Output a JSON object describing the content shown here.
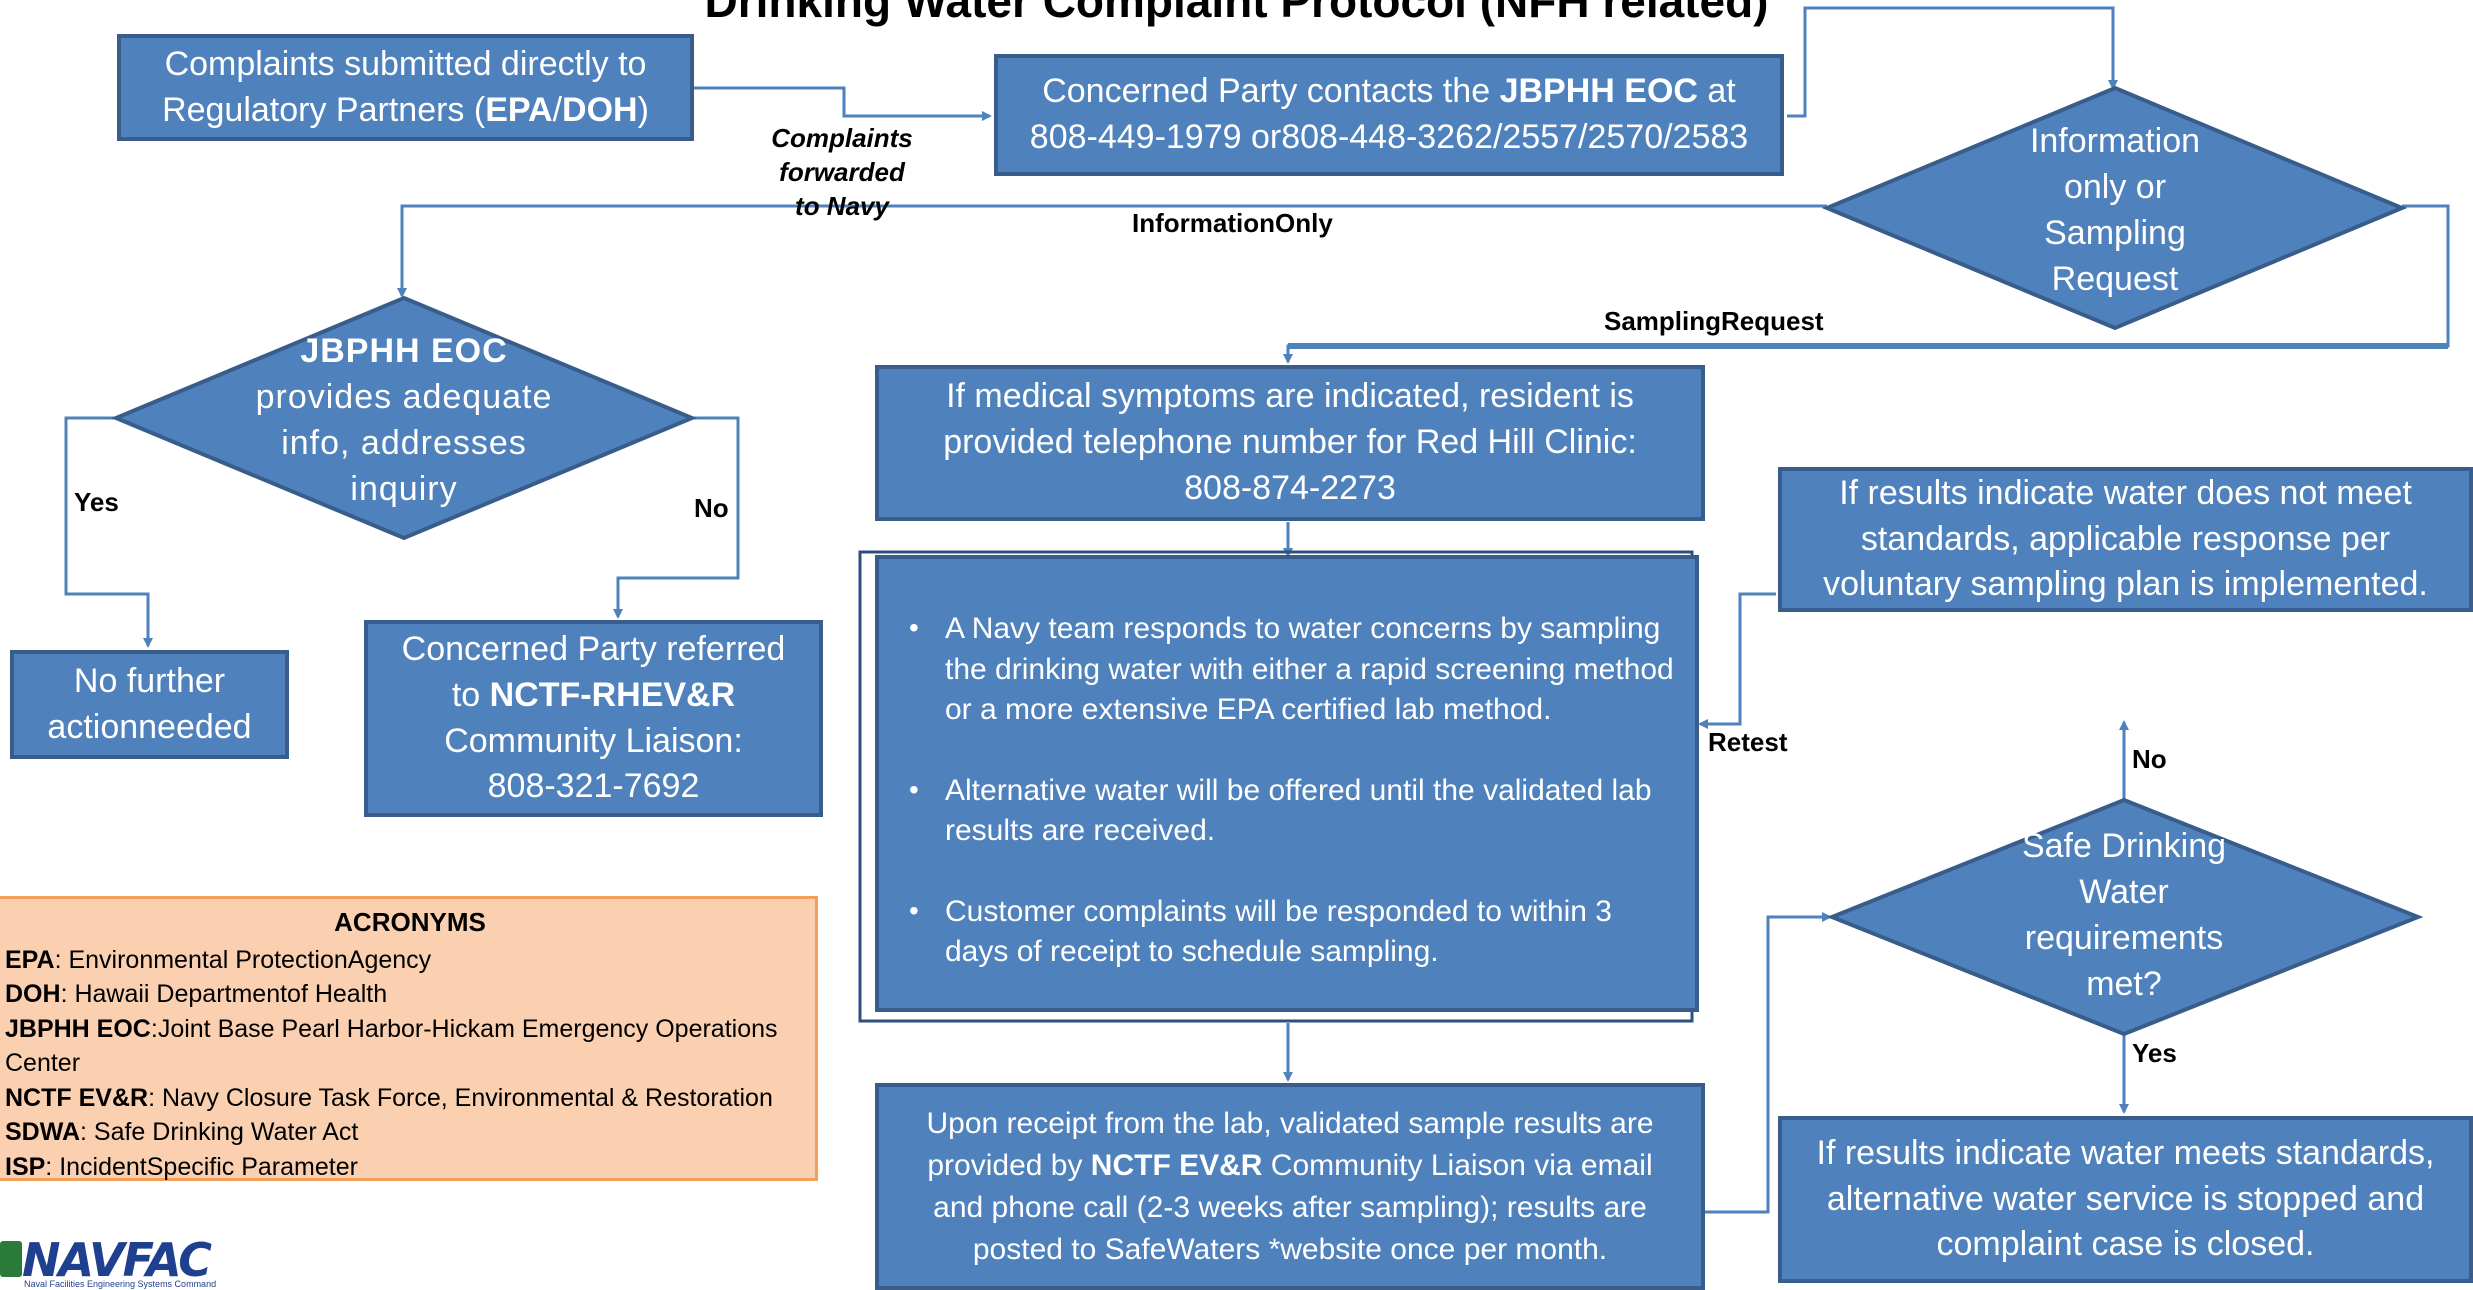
{
  "title": "Drinking Water Complaint Protocol (NFH related)",
  "boxes": {
    "direct_line1": "Complaints submitted directly to",
    "direct_line2_pre": "Regulatory Partners (",
    "direct_epa": "EPA",
    "direct_sep": "/",
    "direct_doh": "DOH",
    "direct_line2_post": ")",
    "contact_line1_pre": "Concerned Party contacts the ",
    "contact_eoc": "JBPHH EOC",
    "contact_line1_post": " at",
    "contact_line2": "808-449-1979  or808-448-3262/2557/2570/2583",
    "medical_line1": "If medical symptoms are indicated, resident is",
    "medical_line2": "provided telephone number for Red Hill Clinic:",
    "medical_line3": "808-874-2273",
    "no_further_line1": "No further",
    "no_further_line2": "actionneeded",
    "referred_line1": "Concerned Party referred",
    "referred_line2_pre": "to ",
    "referred_org": "NCTF-RHEV&R",
    "referred_line3": "Community Liaison:",
    "referred_line4": "808-321-7692",
    "notmeet_line1": "If results indicate water does not meet",
    "notmeet_line2": "standards, applicable response per",
    "notmeet_line3": "voluntary sampling plan is implemented.",
    "results_line1": "Upon receipt from the lab, validated sample results  are",
    "results_line2_pre": "provided by ",
    "results_org": "NCTF EV&R",
    "results_line2_post": " Community Liaison via  email",
    "results_line3": "and phone call (2-3 weeks after sampling); results are",
    "results_line4": "posted to SafeWaters *website once per month.",
    "meets_line1": "If results indicate water meets standards,",
    "meets_line2": "alternative water service is stopped  and",
    "meets_line3": "complaint case is closed."
  },
  "diamonds": {
    "info_line1": "Information",
    "info_line2": "only or",
    "info_line3": "Sampling",
    "info_line4": "Request",
    "eoc_line1": "JBPHH EOC",
    "eoc_line2": "provides adequate",
    "eoc_line3": "info, addresses",
    "eoc_line4": "inquiry",
    "safe_line1": "Safe Drinking",
    "safe_line2": "Water",
    "safe_line3": "requirements",
    "safe_line4": "met?"
  },
  "bullets": [
    "A Navy team responds to water concerns by sampling the drinking water with either a rapid screening method or a more extensive EPA certified lab  method.",
    "Alternative water will be offered until the validated lab results are received.",
    "Customer complaints will be responded to within 3 days of receipt to schedule  sampling."
  ],
  "labels": {
    "forwarded_line1": "Complaints forwarded",
    "forwarded_line2": "to Navy",
    "info_only": "InformationOnly",
    "sampling_request": "SamplingRequest",
    "yes_left": "Yes",
    "no_left": "No",
    "retest": "Retest",
    "no_right": "No",
    "yes_right": "Yes"
  },
  "acronyms": {
    "heading": "ACRONYMS",
    "items": [
      {
        "abbr": "EPA",
        "text": ": Environmental ProtectionAgency"
      },
      {
        "abbr": "DOH",
        "text": ": Hawaii Departmentof Health"
      },
      {
        "abbr": "JBPHH EOC",
        "text": ":Joint Base Pearl Harbor-Hickam Emergency Operations Center"
      },
      {
        "abbr": "NCTF EV&R",
        "text": ": Navy Closure Task Force, Environmental & Restoration"
      },
      {
        "abbr": "SDWA",
        "text": ": Safe Drinking Water Act"
      },
      {
        "abbr": "ISP",
        "text": ": IncidentSpecific Parameter"
      }
    ]
  },
  "logo": {
    "wordmark": "NAVFAC",
    "subtitle": "Naval Facilities Engineering Systems Command"
  },
  "colors": {
    "box_fill": "#4f81bd",
    "box_border": "#385d8a",
    "connector": "#4f81bd",
    "acronym_fill": "#fad0b0",
    "acronym_border": "#f0a05a"
  }
}
